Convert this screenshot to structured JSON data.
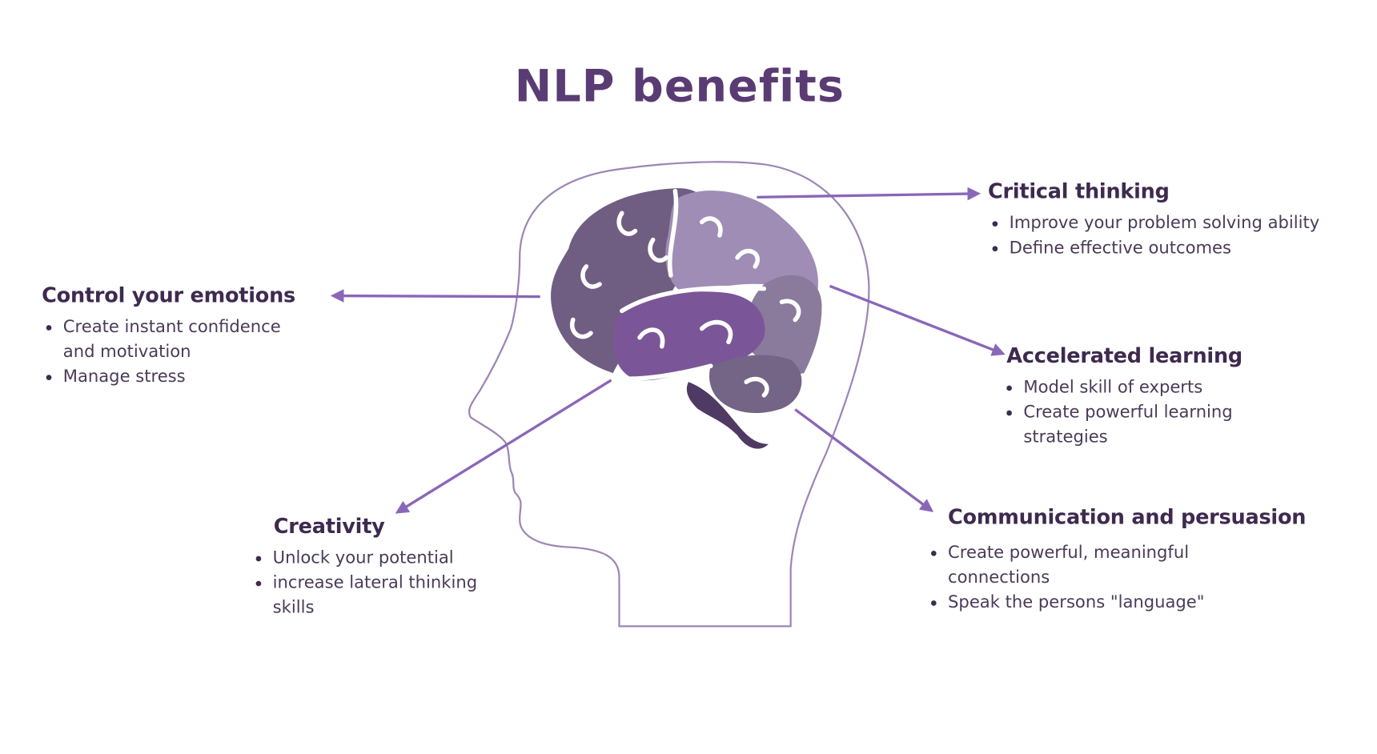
{
  "title": "NLP benefits",
  "colors": {
    "title": "#5a3b74",
    "text": "#3e2a4f",
    "arrow": "#8a66b8",
    "head_outline": "#9c86b5",
    "brain_frontal": "#6f5d82",
    "brain_parietal": "#9f8db5",
    "brain_temporal": "#7a5698",
    "brain_occipital": "#8a7a9c",
    "brain_cerebellum": "#4f3a63"
  },
  "icons": {
    "central": "brain-in-head-icon",
    "connector": "arrow-icon"
  },
  "benefits": {
    "critical_thinking": {
      "heading": "Critical thinking",
      "items": [
        "Improve your problem solving ability",
        "Define effective outcomes"
      ]
    },
    "control_emotions": {
      "heading": "Control your emotions",
      "items": [
        "Create instant confidence and motivation",
        "Manage stress"
      ]
    },
    "accelerated_learning": {
      "heading": "Accelerated learning",
      "items": [
        "Model skill of experts",
        "Create powerful learning strategies"
      ]
    },
    "creativity": {
      "heading": "Creativity",
      "items": [
        "Unlock your potential",
        "increase lateral thinking skills"
      ]
    },
    "communication": {
      "heading": "Communication and persuasion",
      "items": [
        "Create powerful, meaningful connections",
        "Speak the persons \"language\""
      ]
    }
  }
}
